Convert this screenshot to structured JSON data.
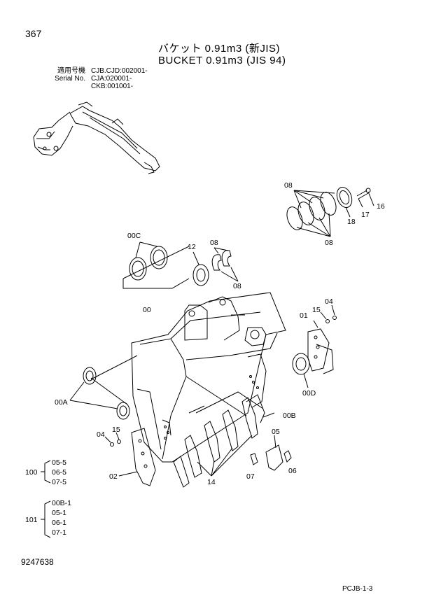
{
  "header": {
    "page_number": "367",
    "title_jp": "バケット 0.91m3 (新JIS)",
    "title_en": "BUCKET 0.91m3 (JIS 94)"
  },
  "serial_block": {
    "rows": [
      {
        "label": "適用号機",
        "value": "CJB.CJD:002001-"
      },
      {
        "label": "Serial No.",
        "value": "CJA:020001-"
      },
      {
        "label": "",
        "value": "CKB:001001-"
      }
    ]
  },
  "callouts": {
    "c08_top": "08",
    "c16": "16",
    "c17": "17",
    "c18": "18",
    "c08_right": "08",
    "c00C": "00C",
    "c12": "12",
    "c08_mid": "08",
    "c08_mid2": "08",
    "c00": "00",
    "c15_right": "15",
    "c04_right": "04",
    "c01": "01",
    "c00D": "00D",
    "c00A": "00A",
    "c00B": "00B",
    "c04_left": "04",
    "c15_left": "15",
    "c05": "05",
    "c02": "02",
    "c07": "07",
    "c06": "06",
    "c14": "14"
  },
  "kits": [
    {
      "number": "100",
      "items": [
        "05-5",
        "06-5",
        "07-5"
      ]
    },
    {
      "number": "101",
      "items": [
        "00B-1",
        "05-1",
        "06-1",
        "07-1"
      ]
    }
  ],
  "footer": {
    "doc_code": "9247638",
    "page_code": "PCJB-1-3"
  }
}
